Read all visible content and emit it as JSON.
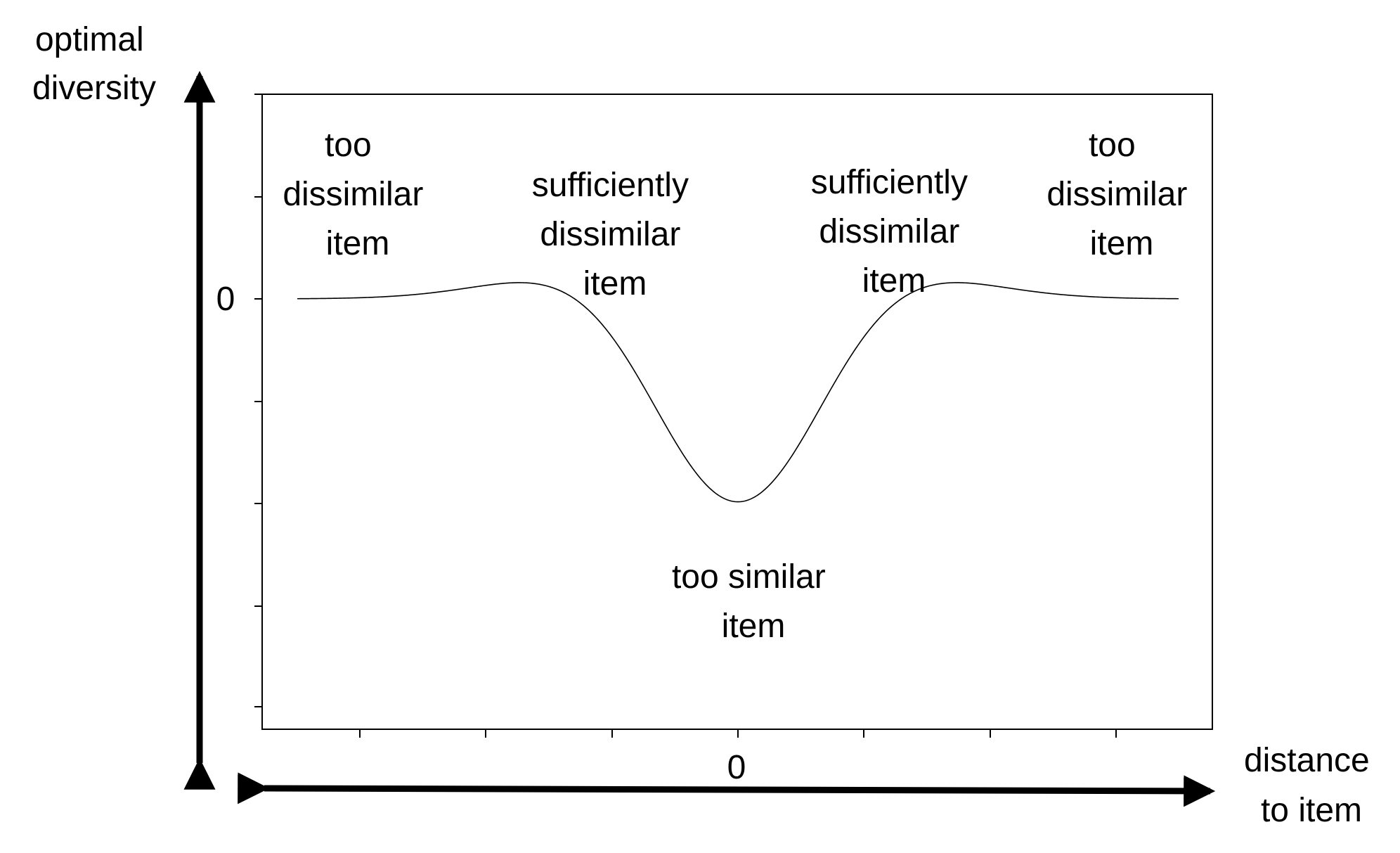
{
  "y_axis_title": [
    "optimal",
    "diversity"
  ],
  "x_axis_title": [
    "distance",
    "to item"
  ],
  "y_zero_label": "0",
  "x_zero_label": "0",
  "regions": {
    "left_far": [
      "too",
      "dissimilar",
      "item"
    ],
    "left_mid": [
      "sufficiently",
      "dissimilar",
      "item"
    ],
    "center": [
      "too similar",
      "item"
    ],
    "right_mid": [
      "sufficiently",
      "dissimilar",
      "item"
    ],
    "right_far": [
      "too",
      "dissimilar",
      "item"
    ]
  },
  "colors": {
    "ink": "#000000",
    "frame": "#000000",
    "background": "#ffffff"
  }
}
